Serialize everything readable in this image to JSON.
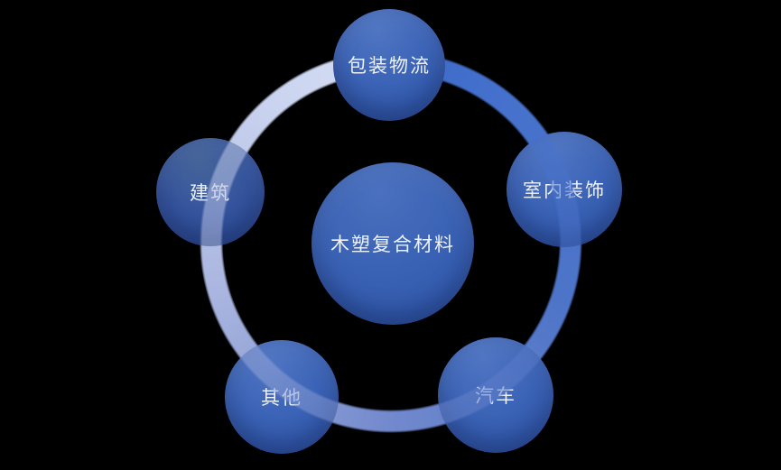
{
  "background_color": "#000000",
  "diagram": {
    "type": "radial-cycle",
    "center_node": {
      "label": "木塑复合材料"
    },
    "satellite_nodes": [
      {
        "label": "包装物流",
        "position": "top"
      },
      {
        "label": "室内装饰",
        "position": "upper-right"
      },
      {
        "label": "汽车",
        "position": "lower-right"
      },
      {
        "label": "其他",
        "position": "lower-left"
      },
      {
        "label": "建筑",
        "position": "upper-left"
      }
    ],
    "colors": {
      "node_gradient_top": "#4b71c0",
      "node_gradient_bottom": "#2d54a6",
      "construction_node_top": "#3f60a8",
      "construction_node_bottom": "#27468e",
      "ring_gradient_dark": "#3c68c8",
      "ring_gradient_light": "#d6def4",
      "label_text": "#edf1fa"
    }
  }
}
